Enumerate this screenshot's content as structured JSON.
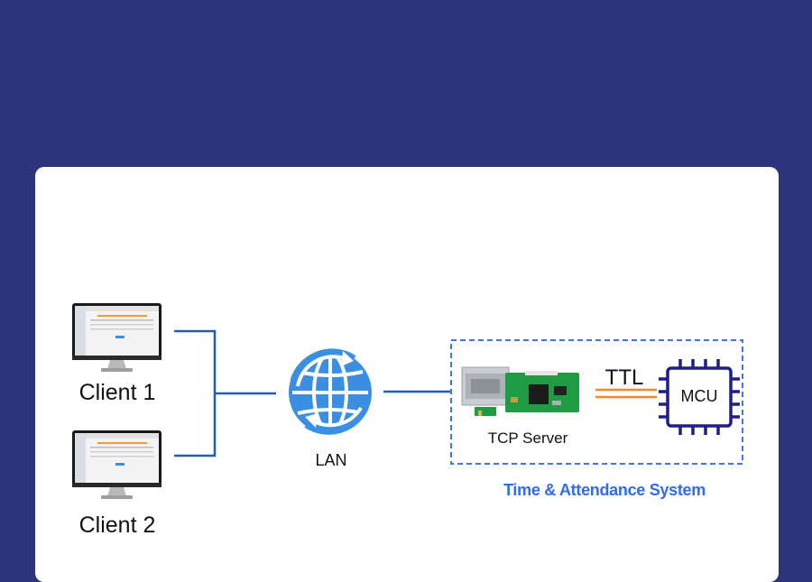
{
  "colors": {
    "background": "#2d3479",
    "card": "#ffffff",
    "connector": "#1f5fb6",
    "globe": "#3a8fe3",
    "dashed_border": "#3f78e6",
    "ttl_line": "#f08a2c",
    "chip": "#1f1f8a",
    "system_label": "#2f6de8"
  },
  "nodes": {
    "client1": {
      "label": "Client 1",
      "icon": "monitor-icon"
    },
    "client2": {
      "label": "Client 2",
      "icon": "monitor-icon"
    },
    "lan": {
      "label": "LAN",
      "icon": "globe-network-icon"
    },
    "tcp_server": {
      "label": "TCP Server",
      "icon": "ethernet-module-board"
    },
    "mcu": {
      "label": "MCU",
      "icon": "microchip-icon"
    }
  },
  "link_labels": {
    "ttl": "TTL"
  },
  "group": {
    "label": "Time & Attendance System"
  }
}
